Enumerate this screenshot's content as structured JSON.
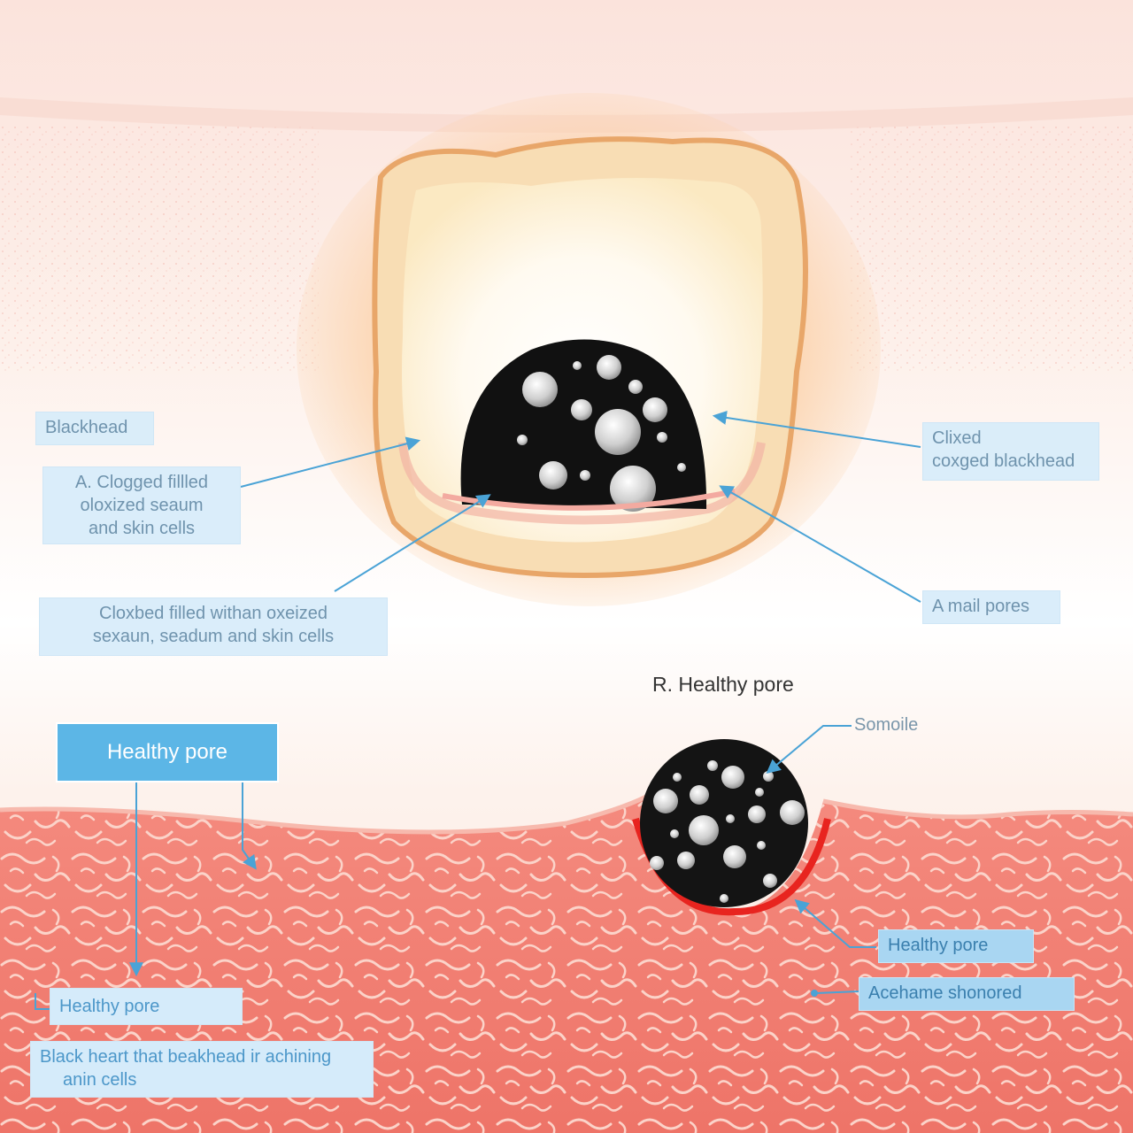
{
  "labels": {
    "blackhead": "Blackhead",
    "clogged_left": [
      "A. Clogged fillled",
      "oloxized seaum",
      "and skin cells"
    ],
    "cloxbed": [
      "Cloxbed filled withan oxeized",
      "sexaun, seadum and skin cells"
    ],
    "cloxed_right": [
      "Clixed",
      "coxged blackhead"
    ],
    "mail_pores": "A mail pores",
    "r_healthy_pore": "R. Healthy pore",
    "somoile": "Somoile",
    "healthy_pore_top": "Healthy pore",
    "healthy_pore_left": "Healthy pore",
    "healthy_pore_right": "Healthy pore",
    "acehame": "Acehame shonored",
    "black_heart": [
      "Black heart that beakhead ir achining",
      "anin cells"
    ]
  },
  "colors": {
    "skin_top": "#fbe3dc",
    "dermis": "#f07d72",
    "fiber": "#fbd6cc",
    "pore_wall": "#e8a669",
    "pore_glow": "#fff6de",
    "plug": "#111111",
    "arrow": "#4aa3d6",
    "label_bg": "#d7ecfa",
    "label_text": "#6f93ad",
    "button_bg": "#5cb6e6"
  },
  "icons": [
    "arrow-pointer-icon",
    "dot-bullet-icon"
  ]
}
